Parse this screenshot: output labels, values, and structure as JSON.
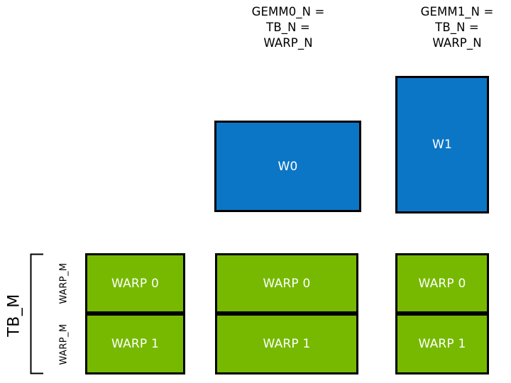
{
  "diagram": {
    "title_captions": [
      {
        "id": "gemm0",
        "text": "GEMM0_N =\nTB_N =\nWARP_N"
      },
      {
        "id": "gemm1",
        "text": "GEMM1_N =\nTB_N =\nWARP_N"
      }
    ],
    "warp_tiles": [
      {
        "id": "w0",
        "label": "W0",
        "color": "#0c76c6"
      },
      {
        "id": "w1",
        "label": "W1",
        "color": "#0d75c4"
      }
    ],
    "warp_columns": [
      {
        "id": "column-a",
        "cells": [
          {
            "label": "WARP 0"
          },
          {
            "label": "WARP 1"
          }
        ]
      },
      {
        "id": "column-b",
        "cells": [
          {
            "label": "WARP 0"
          },
          {
            "label": "WARP 1"
          }
        ]
      },
      {
        "id": "column-c",
        "cells": [
          {
            "label": "WARP 0"
          },
          {
            "label": "WARP 1"
          }
        ]
      }
    ],
    "annotations": {
      "tb_m": "TB_M",
      "warp_m_upper": "WARP_M",
      "warp_m_lower": "WARP_M"
    },
    "colors": {
      "green": "#76b900",
      "blue": "#0c76c6",
      "outline": "#000000",
      "text_on_fill": "#ffffff",
      "background": "#ffffff"
    }
  }
}
